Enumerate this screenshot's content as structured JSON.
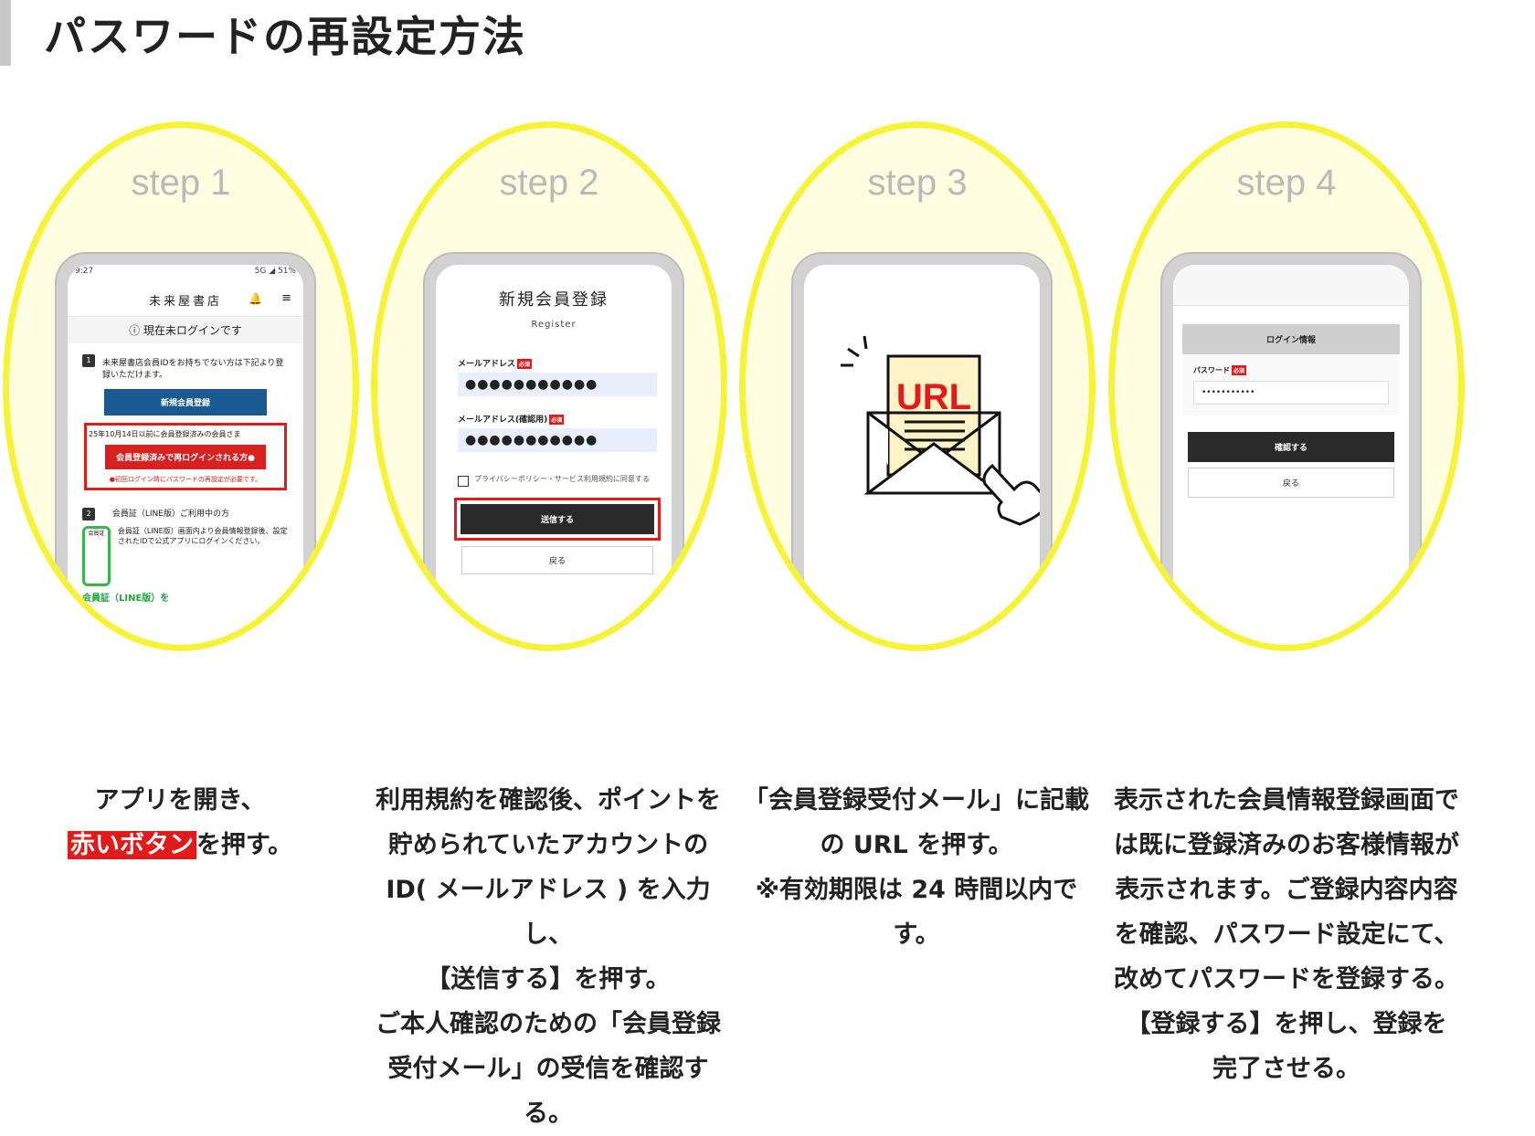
{
  "page": {
    "title": "パスワードの再設定方法"
  },
  "steps": [
    {
      "label": "step 1",
      "description": {
        "line1": "アプリを開き、",
        "highlight": "赤いボタン",
        "line2_rest": "を押す。"
      },
      "screen": {
        "status_time": "9:27",
        "status_right": "5G ◢ 51%",
        "app_title": "未来屋書店",
        "notice": "現在未ログインです",
        "card1_num": "1",
        "card1_text": "未来屋書店会員IDをお持ちでない方は下記より登録いただけます。",
        "blue_button": "新規会員登録",
        "red_box_text": "25年10月14日以前に会員登録済みの会員さま",
        "red_button": "会員登録済みで再ログインされる方●",
        "red_note": "●初回ログイン時にパスワードの再設定が必要です。",
        "card2_num": "2",
        "card2_title": "会員証（LINE版）ご利用中の方",
        "card2_text": "会員証（LINE版）画面内より会員情報登録後、設定されたIDで公式アプリにログインください。",
        "mini_phone_text": "会員証",
        "card2_green": "会員証（LINE版）を"
      }
    },
    {
      "label": "step 2",
      "description": [
        "利用規約を確認後、ポイントを",
        "貯められていたアカウントの",
        "ID( メールアドレス ) を入力し、",
        "【送信する】を押す。",
        "ご本人確認のための「会員登録",
        "受付メール」の受信を確認する。"
      ],
      "screen": {
        "title": "新規会員登録",
        "subtitle": "Register",
        "email_label": "メールアドレス",
        "email_confirm_label": "メールアドレス(確認用)",
        "required": "必須",
        "masked_value": "●●●●●●●●●●●",
        "agree_text": "プライバシーポリシー・サービス利用規約に同意する",
        "send_button": "送信する",
        "back_button": "戻る"
      }
    },
    {
      "label": "step 3",
      "description": [
        "「会員登録受付メール」に記載",
        "の URL を押す。",
        "※有効期限は 24 時間以内です。"
      ],
      "screen": {
        "url_text": "URL"
      }
    },
    {
      "label": "step 4",
      "description": [
        "表示された会員情報登録画面で",
        "は既に登録済みのお客様情報が",
        "表示されます。ご登録内容内容",
        "を確認、パスワード設定にて、",
        "改めてパスワードを登録する。",
        "【登録する】を押し、登録を",
        "完了させる。"
      ],
      "screen": {
        "panel_title": "ログイン情報",
        "password_label": "パスワード",
        "required": "必須",
        "password_value": "•••••••••••",
        "confirm_button": "確認する",
        "back_button": "戻る"
      }
    }
  ],
  "colors": {
    "oval_border": "#f6f235",
    "oval_fill": "#fffde0",
    "accent_red": "#e21a1a",
    "step_label": "#b9b9b9"
  }
}
